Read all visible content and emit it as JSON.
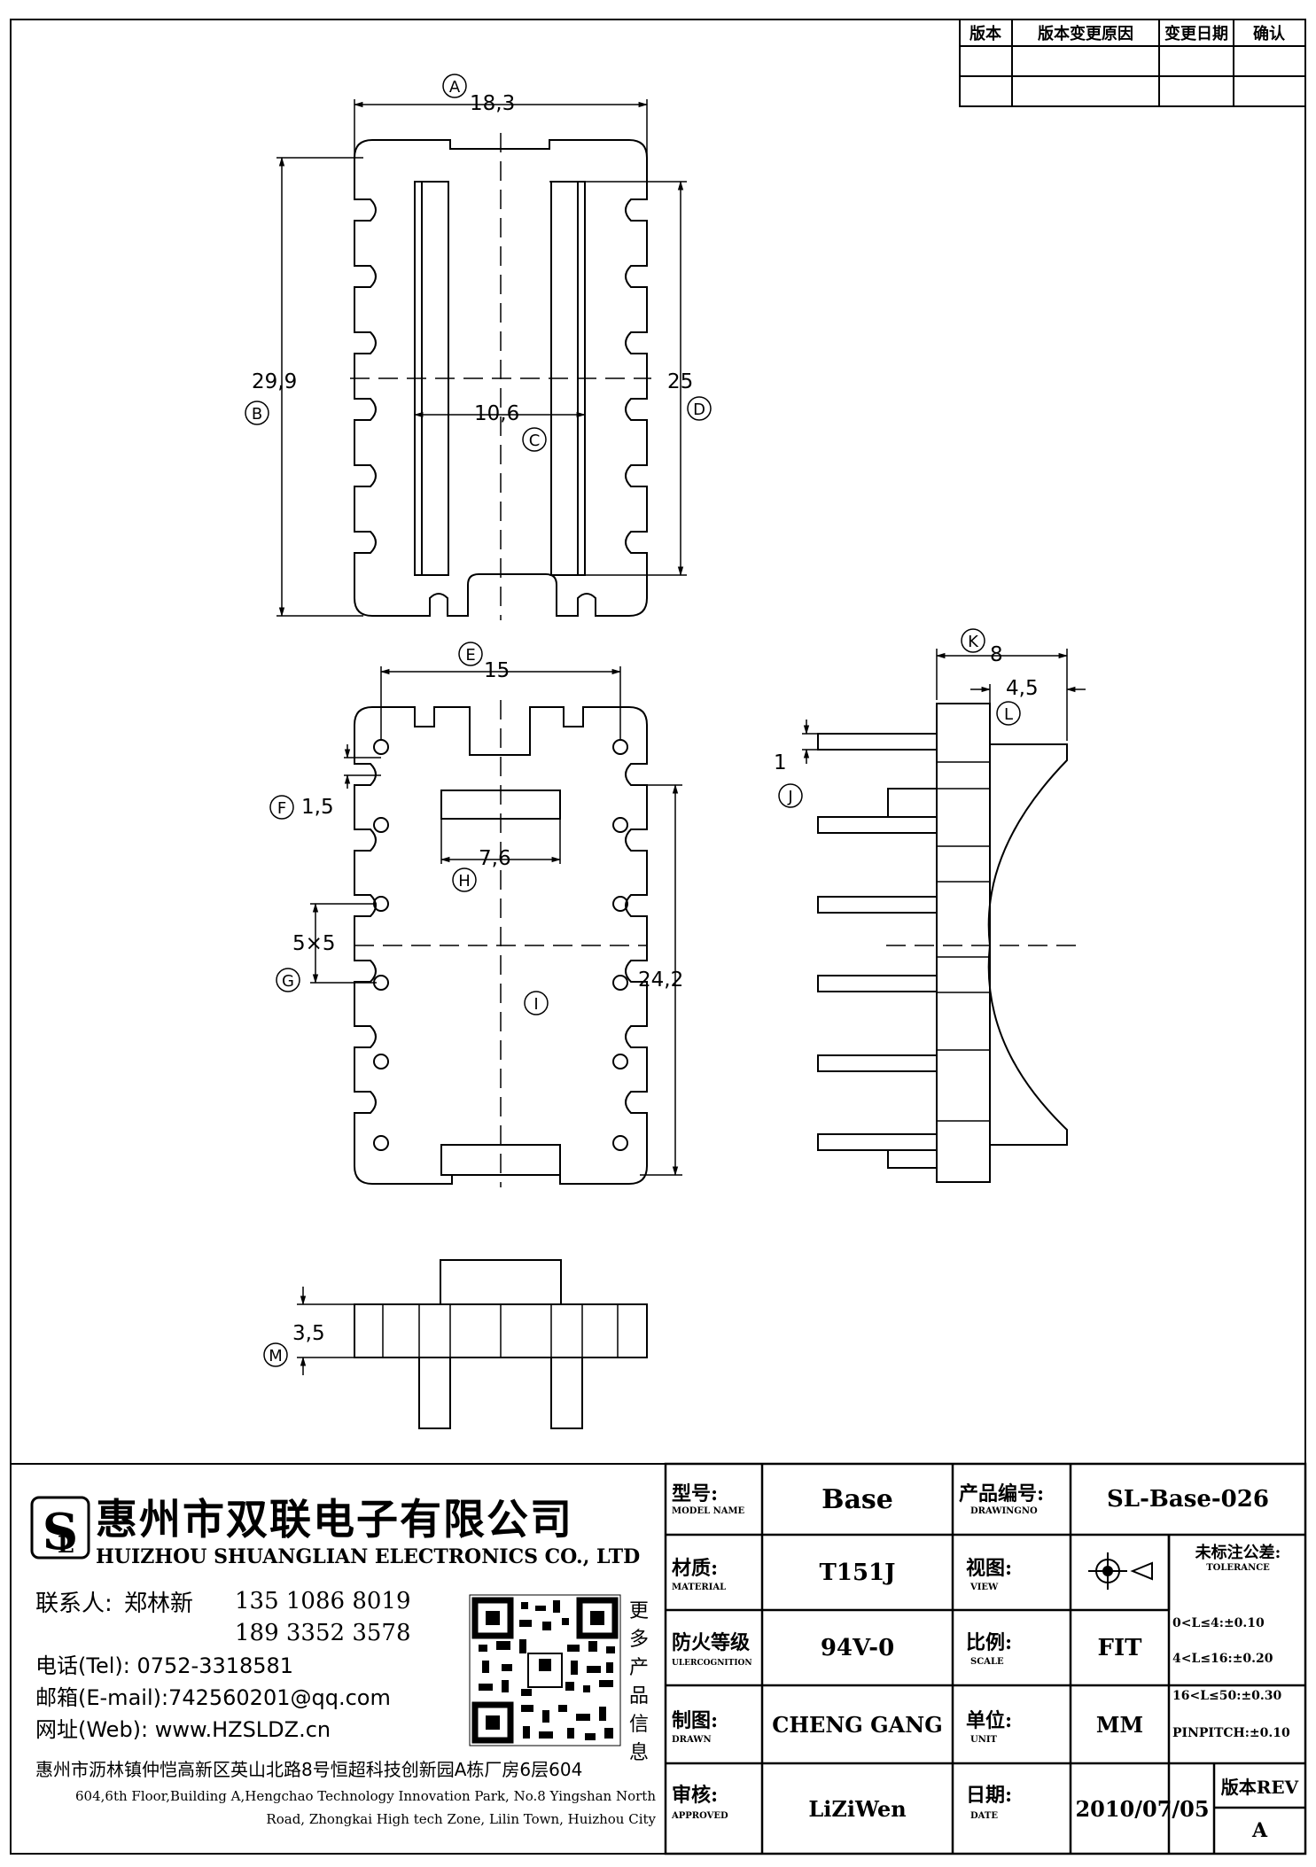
{
  "revision_table": {
    "headers": [
      "版本",
      "版本变更原因",
      "变更日期",
      "确认"
    ]
  },
  "dimensions": {
    "A": "18,3",
    "B": "29,9",
    "C": "10,6",
    "D": "25",
    "E": "15",
    "F": "1,5",
    "G": "5×5",
    "H": "7,6",
    "I": "24,2",
    "J": "1",
    "K": "8",
    "L": "4,5",
    "M": "3,5"
  },
  "dim_markers": [
    "A",
    "B",
    "C",
    "D",
    "E",
    "F",
    "G",
    "H",
    "I",
    "J",
    "K",
    "L",
    "M"
  ],
  "company": {
    "name_cn": "惠州市双联电子有限公司",
    "name_en": "HUIZHOU SHUANGLIAN ELECTRONICS CO., LTD",
    "contact_label": "联系人:",
    "contact_name": "郑林新",
    "phone1": "135 1086 8019",
    "phone2": "189 3352 3578",
    "tel": "电话(Tel): 0752-3318581",
    "email": "邮箱(E-mail):742560201@qq.com",
    "web": "网址(Web): www.HZSLDZ.cn",
    "qr_caption": [
      "更",
      "多",
      "产",
      "品",
      "信",
      "息"
    ],
    "address_cn": "惠州市沥林镇仲恺高新区英山北路8号恒超科技创新园A栋厂房6层604",
    "address_en_1": "604,6th Floor,Building A,Hengchao Technology Innovation Park, No.8 Yingshan North",
    "address_en_2": "Road, Zhongkai High tech Zone, Lilin Town, Huizhou City"
  },
  "title_block": {
    "model_label": "型号:",
    "model_label_en": "MODEL NAME",
    "model": "Base",
    "drawing_label": "产品编号:",
    "drawing_label_en": "DRAWINGNO",
    "drawing_no": "SL-Base-026",
    "material_label": "材质:",
    "material_label_en": "MATERIAL",
    "material": "T151J",
    "view_label": "视图:",
    "view_label_en": "VIEW",
    "tolerance_label": "未标注公差:",
    "tolerance_label_en": "TOLERANCE",
    "tolerances": [
      "0<L≤4:±0.10",
      "4<L≤16:±0.20",
      "16<L≤50:±0.30",
      "PINPITCH:±0.10"
    ],
    "fire_label": "防火等级",
    "fire_label_en": "ULERCOGNITION",
    "fire": "94V-0",
    "scale_label": "比例:",
    "scale_label_en": "SCALE",
    "scale": "FIT",
    "drawn_label": "制图:",
    "drawn_label_en": "DRAWN",
    "drawn": "CHENG GANG",
    "unit_label": "单位:",
    "unit_label_en": "UNIT",
    "unit": "MM",
    "approved_label": "审核:",
    "approved_label_en": "APPROVED",
    "approved": "LiZiWen",
    "date_label": "日期:",
    "date_label_en": "DATE",
    "date": "2010/07/05",
    "rev_label": "版本REV",
    "rev": "A"
  }
}
